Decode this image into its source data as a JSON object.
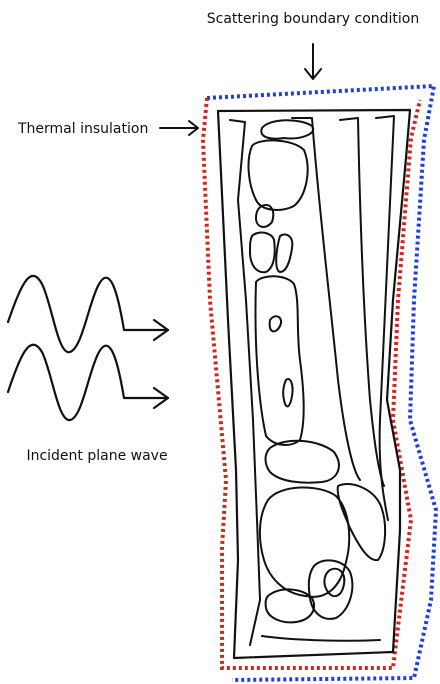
{
  "labels": {
    "scattering": "Scattering boundary condition",
    "thermal": "Thermal insulation",
    "incident": "Incident plane wave"
  },
  "colors": {
    "scattering_boundary": "#1f3fd6",
    "thermal_boundary": "#cc2a1e",
    "ink": "#111111"
  }
}
